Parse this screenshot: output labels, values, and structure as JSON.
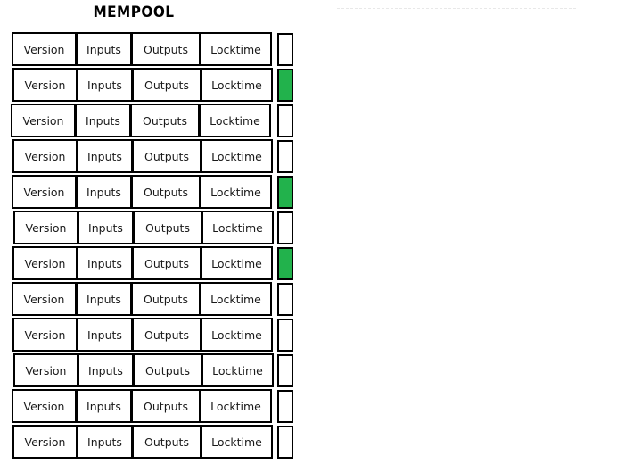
{
  "page": {
    "title": "MEMPOOL",
    "background_color": "#ffffff"
  },
  "colors": {
    "border": "#000000",
    "confirmed_green": "#22b24c",
    "unconfirmed_white": "#ffffff",
    "rule_gray": "#e8e8e8"
  },
  "table": {
    "columns": [
      "Version",
      "Inputs",
      "Outputs",
      "Locktime"
    ],
    "row_count": 12,
    "rows": [
      {
        "version": "Version",
        "inputs": "Inputs",
        "outputs": "Outputs",
        "locktime": "Locktime",
        "status": "unconfirmed"
      },
      {
        "version": "Version",
        "inputs": "Inputs",
        "outputs": "Outputs",
        "locktime": "Locktime",
        "status": "confirmed"
      },
      {
        "version": "Version",
        "inputs": "Inputs",
        "outputs": "Outputs",
        "locktime": "Locktime",
        "status": "unconfirmed"
      },
      {
        "version": "Version",
        "inputs": "Inputs",
        "outputs": "Outputs",
        "locktime": "Locktime",
        "status": "unconfirmed"
      },
      {
        "version": "Version",
        "inputs": "Inputs",
        "outputs": "Outputs",
        "locktime": "Locktime",
        "status": "confirmed"
      },
      {
        "version": "Version",
        "inputs": "Inputs",
        "outputs": "Outputs",
        "locktime": "Locktime",
        "status": "unconfirmed"
      },
      {
        "version": "Version",
        "inputs": "Inputs",
        "outputs": "Outputs",
        "locktime": "Locktime",
        "status": "confirmed"
      },
      {
        "version": "Version",
        "inputs": "Inputs",
        "outputs": "Outputs",
        "locktime": "Locktime",
        "status": "unconfirmed"
      },
      {
        "version": "Version",
        "inputs": "Inputs",
        "outputs": "Outputs",
        "locktime": "Locktime",
        "status": "unconfirmed"
      },
      {
        "version": "Version",
        "inputs": "Inputs",
        "outputs": "Outputs",
        "locktime": "Locktime",
        "status": "unconfirmed"
      },
      {
        "version": "Version",
        "inputs": "Inputs",
        "outputs": "Outputs",
        "locktime": "Locktime",
        "status": "unconfirmed"
      },
      {
        "version": "Version",
        "inputs": "Inputs",
        "outputs": "Outputs",
        "locktime": "Locktime",
        "status": "unconfirmed"
      }
    ]
  }
}
